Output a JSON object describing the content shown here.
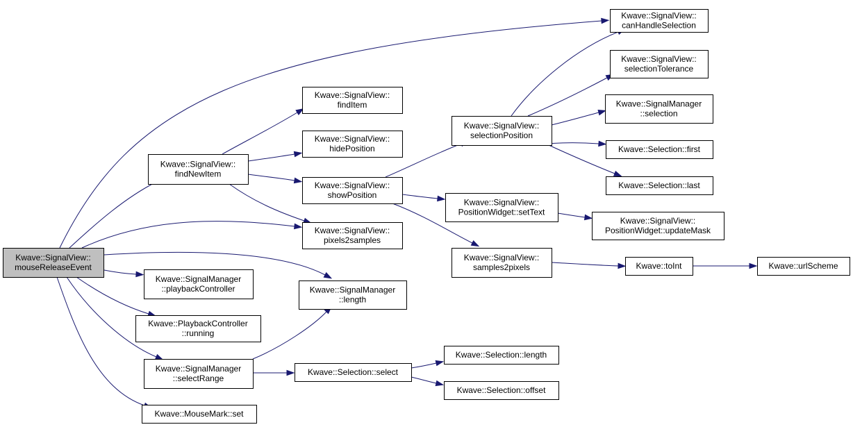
{
  "graph": {
    "nodes": [
      {
        "id": "root",
        "lines": [
          "Kwave::SignalView::",
          "mouseReleaseEvent"
        ],
        "root": true
      },
      {
        "id": "canHandleSelection",
        "lines": [
          "Kwave::SignalView::",
          "canHandleSelection"
        ]
      },
      {
        "id": "findNewItem",
        "lines": [
          "Kwave::SignalView::",
          "findNewItem"
        ]
      },
      {
        "id": "findItem",
        "lines": [
          "Kwave::SignalView::",
          "findItem"
        ]
      },
      {
        "id": "hidePosition",
        "lines": [
          "Kwave::SignalView::",
          "hidePosition"
        ]
      },
      {
        "id": "showPosition",
        "lines": [
          "Kwave::SignalView::",
          "showPosition"
        ]
      },
      {
        "id": "pixels2samples",
        "lines": [
          "Kwave::SignalView::",
          "pixels2samples"
        ]
      },
      {
        "id": "selectionPosition",
        "lines": [
          "Kwave::SignalView::",
          "selectionPosition"
        ]
      },
      {
        "id": "selectionTolerance",
        "lines": [
          "Kwave::SignalView::",
          "selectionTolerance"
        ]
      },
      {
        "id": "smSelection",
        "lines": [
          "Kwave::SignalManager",
          "::selection"
        ]
      },
      {
        "id": "selFirst",
        "lines": [
          "Kwave::Selection::first"
        ]
      },
      {
        "id": "selLast",
        "lines": [
          "Kwave::Selection::last"
        ]
      },
      {
        "id": "pwSetText",
        "lines": [
          "Kwave::SignalView::",
          "PositionWidget::setText"
        ]
      },
      {
        "id": "pwUpdateMask",
        "lines": [
          "Kwave::SignalView::",
          "PositionWidget::updateMask"
        ]
      },
      {
        "id": "samples2pixels",
        "lines": [
          "Kwave::SignalView::",
          "samples2pixels"
        ]
      },
      {
        "id": "toInt",
        "lines": [
          "Kwave::toInt"
        ]
      },
      {
        "id": "urlScheme",
        "lines": [
          "Kwave::urlScheme"
        ]
      },
      {
        "id": "playbackController",
        "lines": [
          "Kwave::SignalManager",
          "::playbackController"
        ]
      },
      {
        "id": "smLength",
        "lines": [
          "Kwave::SignalManager",
          "::length"
        ]
      },
      {
        "id": "pcRunning",
        "lines": [
          "Kwave::PlaybackController",
          "::running"
        ]
      },
      {
        "id": "selectRange",
        "lines": [
          "Kwave::SignalManager",
          "::selectRange"
        ]
      },
      {
        "id": "selSelect",
        "lines": [
          "Kwave::Selection::select"
        ]
      },
      {
        "id": "selLength",
        "lines": [
          "Kwave::Selection::length"
        ]
      },
      {
        "id": "selOffset",
        "lines": [
          "Kwave::Selection::offset"
        ]
      },
      {
        "id": "mmSet",
        "lines": [
          "Kwave::MouseMark::set"
        ]
      }
    ],
    "edges": [
      {
        "from": "root",
        "to": "canHandleSelection"
      },
      {
        "from": "root",
        "to": "findNewItem"
      },
      {
        "from": "root",
        "to": "pixels2samples"
      },
      {
        "from": "root",
        "to": "smLength"
      },
      {
        "from": "root",
        "to": "playbackController"
      },
      {
        "from": "root",
        "to": "pcRunning"
      },
      {
        "from": "root",
        "to": "selectRange"
      },
      {
        "from": "root",
        "to": "mmSet"
      },
      {
        "from": "findNewItem",
        "to": "findItem"
      },
      {
        "from": "findNewItem",
        "to": "hidePosition"
      },
      {
        "from": "findNewItem",
        "to": "showPosition"
      },
      {
        "from": "findNewItem",
        "to": "pixels2samples"
      },
      {
        "from": "showPosition",
        "to": "selectionPosition"
      },
      {
        "from": "showPosition",
        "to": "pwSetText"
      },
      {
        "from": "showPosition",
        "to": "samples2pixels"
      },
      {
        "from": "selectionPosition",
        "to": "canHandleSelection"
      },
      {
        "from": "selectionPosition",
        "to": "selectionTolerance"
      },
      {
        "from": "selectionPosition",
        "to": "smSelection"
      },
      {
        "from": "selectionPosition",
        "to": "selFirst"
      },
      {
        "from": "selectionPosition",
        "to": "selLast"
      },
      {
        "from": "pwSetText",
        "to": "pwUpdateMask"
      },
      {
        "from": "samples2pixels",
        "to": "toInt"
      },
      {
        "from": "toInt",
        "to": "urlScheme"
      },
      {
        "from": "selectRange",
        "to": "smLength"
      },
      {
        "from": "selectRange",
        "to": "selSelect"
      },
      {
        "from": "selSelect",
        "to": "selLength"
      },
      {
        "from": "selSelect",
        "to": "selOffset"
      }
    ]
  }
}
